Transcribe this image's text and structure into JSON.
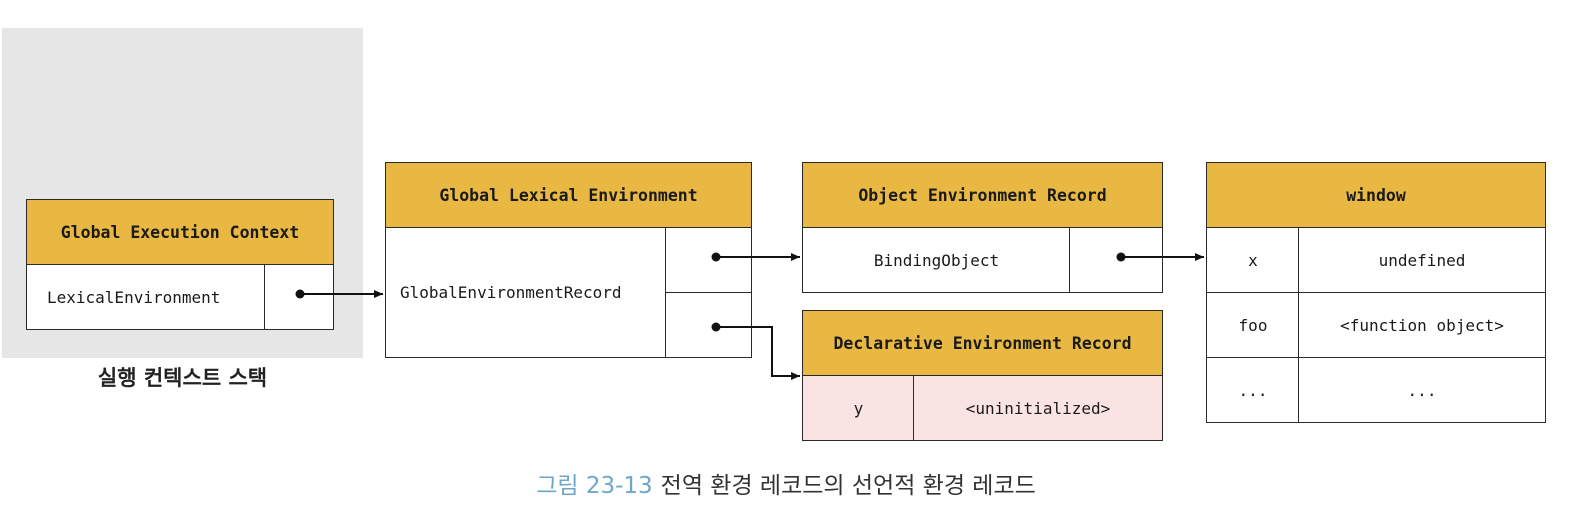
{
  "stack": {
    "label": "실행 컨텍스트 스택",
    "context_title": "Global Execution Context",
    "context_field": "LexicalEnvironment"
  },
  "global_lexical_environment": {
    "title": "Global Lexical Environment",
    "field": "GlobalEnvironmentRecord"
  },
  "object_environment_record": {
    "title": "Object Environment Record",
    "field": "BindingObject"
  },
  "declarative_environment_record": {
    "title": "Declarative Environment Record",
    "rows": [
      {
        "key": "y",
        "value": "<uninitialized>"
      }
    ]
  },
  "window": {
    "title": "window",
    "rows": [
      {
        "key": "x",
        "value": "undefined"
      },
      {
        "key": "foo",
        "value": "<function object>"
      },
      {
        "key": "...",
        "value": "..."
      }
    ]
  },
  "caption": {
    "number": "그림 23-13",
    "text": "전역 환경 레코드의 선언적 환경 레코드"
  },
  "colors": {
    "header": "#e9b842",
    "declarative_row": "#f9e3e3",
    "stack_background": "#e6e6e6",
    "caption_number": "#6da7c9"
  }
}
